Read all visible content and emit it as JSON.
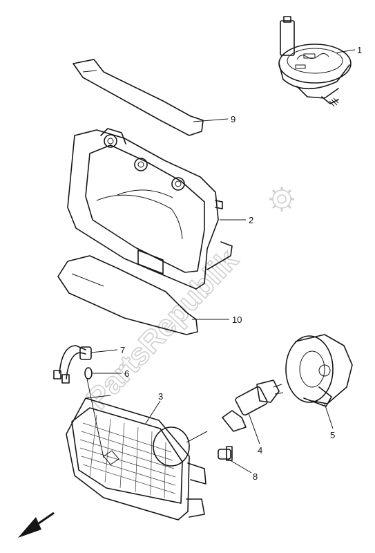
{
  "diagram": {
    "watermark": "PartsRepublik",
    "callouts": [
      {
        "id": "1",
        "label": "1"
      },
      {
        "id": "2",
        "label": "2"
      },
      {
        "id": "3",
        "label": "3"
      },
      {
        "id": "4",
        "label": "4"
      },
      {
        "id": "5",
        "label": "5"
      },
      {
        "id": "6",
        "label": "6"
      },
      {
        "id": "7",
        "label": "7"
      },
      {
        "id": "8",
        "label": "8"
      },
      {
        "id": "9",
        "label": "9"
      },
      {
        "id": "10",
        "label": "10"
      }
    ]
  }
}
